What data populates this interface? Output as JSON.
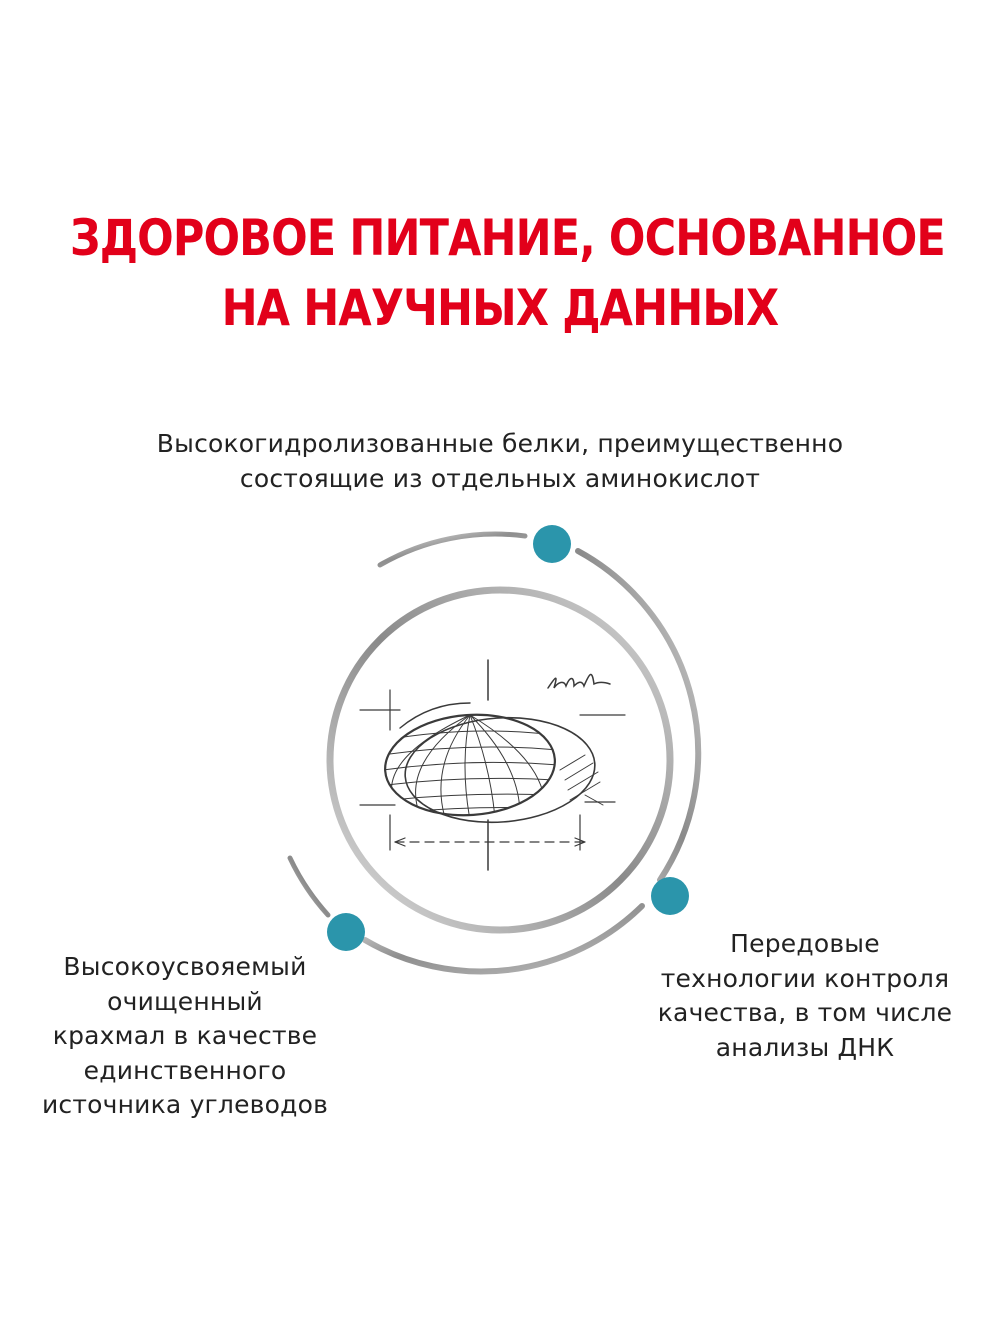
{
  "headline": {
    "line1": "ЗДОРОВОЕ ПИТАНИЕ, ОСНОВАННОЕ",
    "line2": "НА НАУЧНЫХ ДАННЫХ"
  },
  "benefits": {
    "top": {
      "line1": "Высокогидролизованные белки, преимущественно",
      "line2": "состоящие из отдельных аминокислот"
    },
    "left": {
      "line1": "Высокоусвояемый",
      "line2": "очищенный",
      "line3": "крахмал в качестве",
      "line4": "единственного",
      "line5": "источника углеводов"
    },
    "right": {
      "line1": "Передовые",
      "line2": "технологии контроля",
      "line3": "качества, в том числе",
      "line4": "анализы ДНК"
    }
  },
  "colors": {
    "headline": "#e2001a",
    "accent_dot": "#2b95ab",
    "text": "#222222",
    "ring": "#9a9a9a"
  },
  "icons": [
    "kibble-sketch-icon",
    "bullet-dot-icon"
  ]
}
